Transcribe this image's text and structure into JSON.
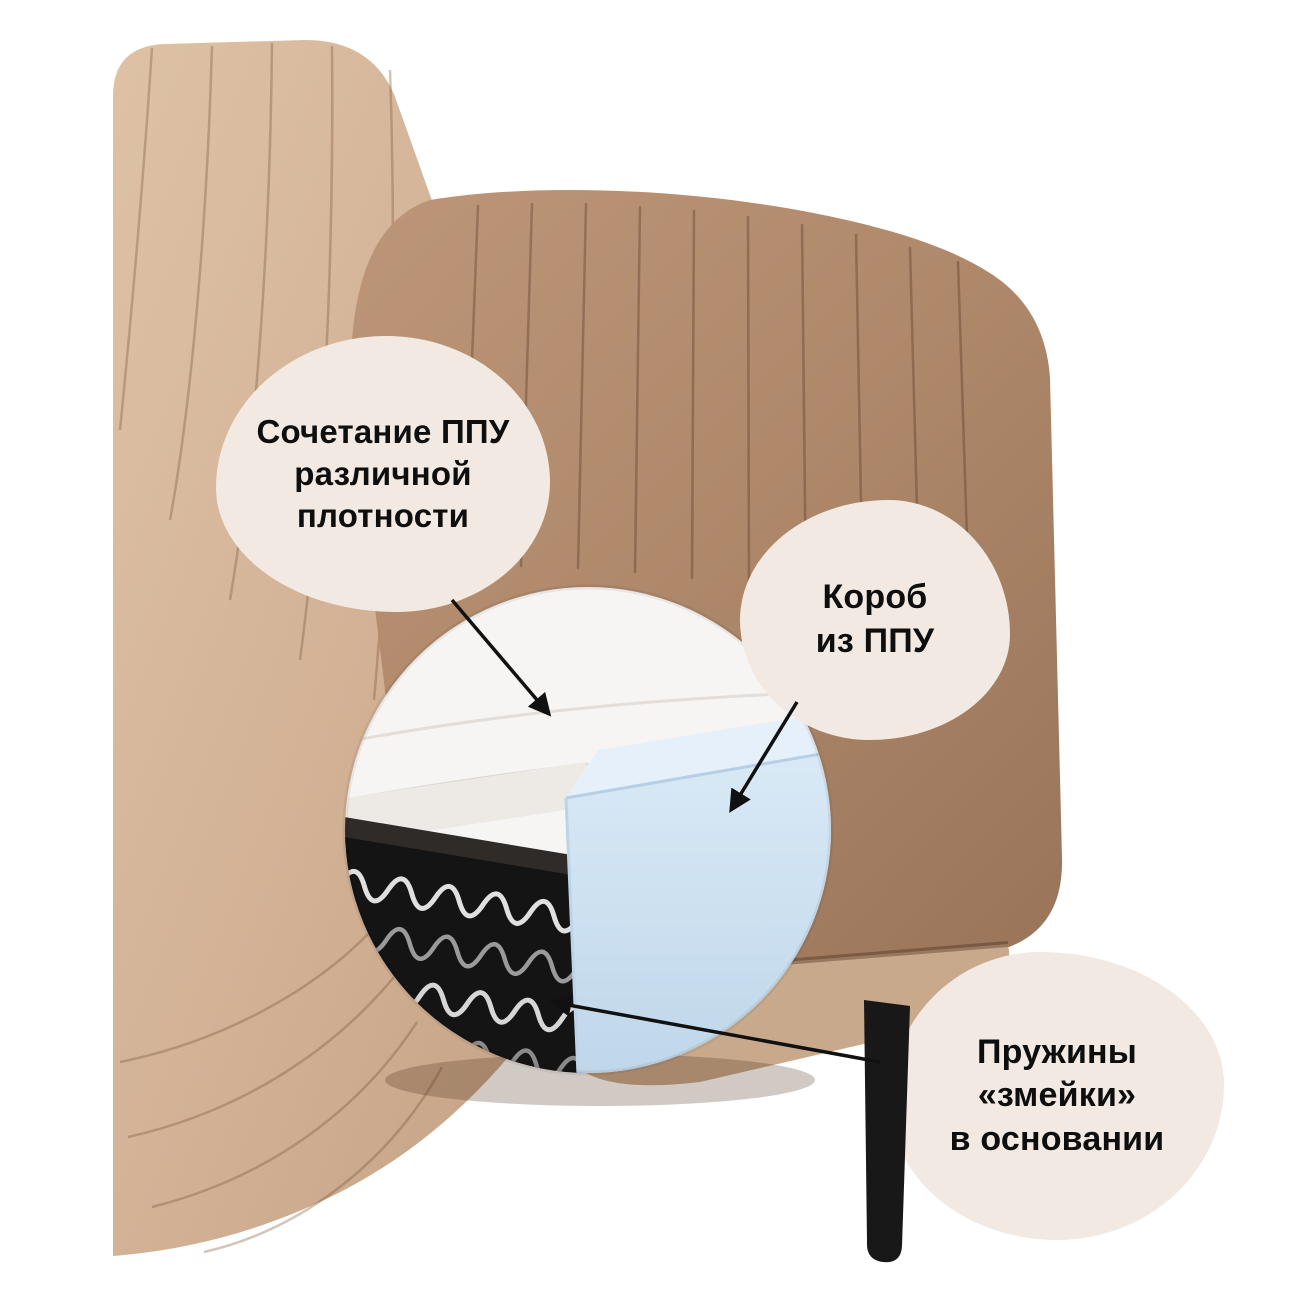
{
  "callouts": {
    "foam": {
      "label": "Сочетание ППУ\nразличной\nплотности"
    },
    "box": {
      "label": "Короб\nиз ППУ"
    },
    "springs": {
      "label": "Пружины\n«змейки»\nв основании"
    }
  },
  "colors": {
    "background": "#ffffff",
    "callout_bubble": "#f2eae2",
    "callout_text": "#0e0e0e",
    "arrow": "#111111",
    "sofa_back_beige": "#d3b296",
    "sofa_armrest_tan": "#af886a",
    "sofa_seat_base": "#c9a98b",
    "ppu_box_blue": "#d9e9f6",
    "foam_white": "#f7f5f3",
    "springs_black": "#141414",
    "leg_black": "#181818"
  }
}
